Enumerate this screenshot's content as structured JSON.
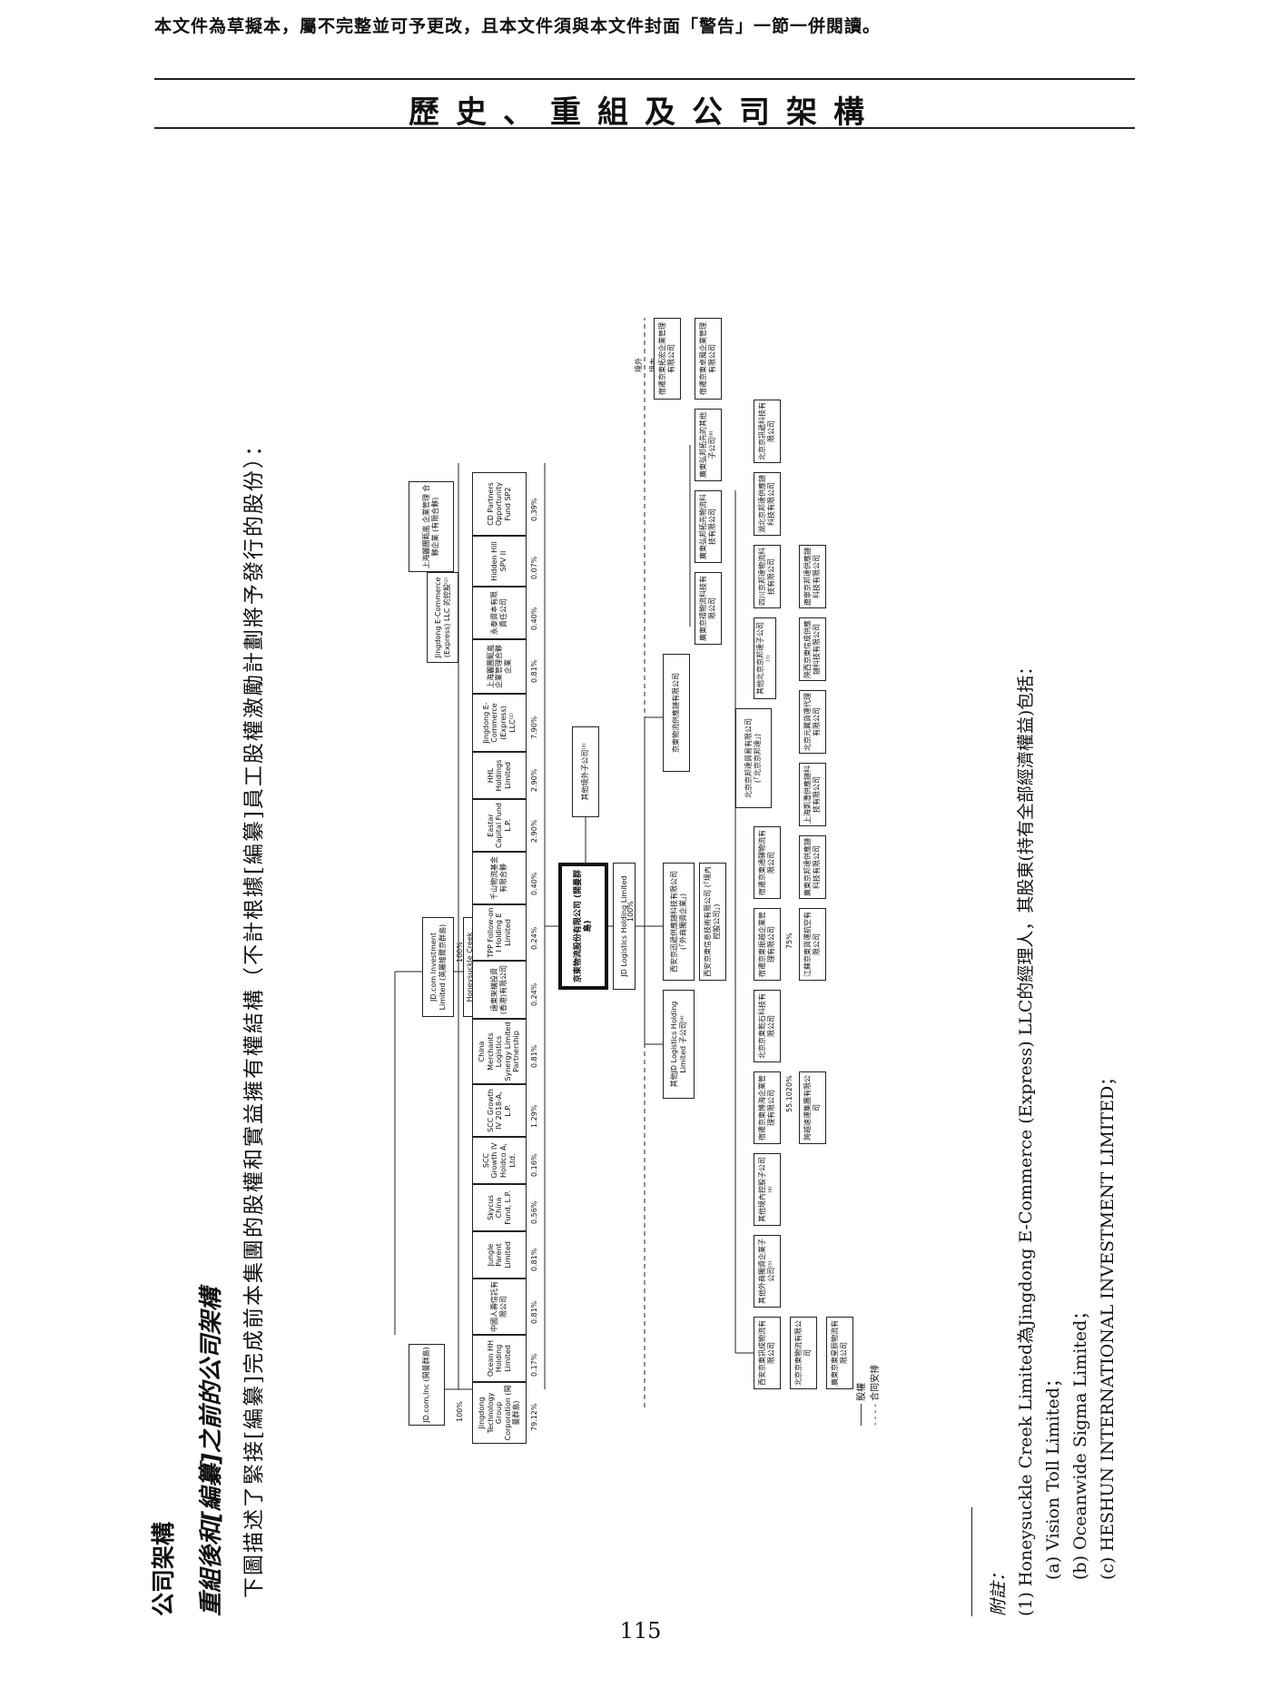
{
  "header": {
    "disclaimer": "本文件為草擬本，屬不完整並可予更改，且本文件須與本文件封面「警告」一節一併閱讀。",
    "section_title": "歷史、重組及公司架構"
  },
  "content": {
    "heading": "公司架構",
    "subheading": "重組後和[編纂]之前的公司架構",
    "lead": "下圖描述了緊接[編纂]完成前本集團的股權和實益擁有權結構（不計根據[編纂]員工股權激勵計劃將予發行的股份）："
  },
  "chart": {
    "top": "JD.com,Inc (開曼群島)",
    "jd_investment": "JD.com Investment Limited (英屬維爾京群島)",
    "honeysuckle": "Honeysuckle Creek Limited (英屬維爾京群島)⁽¹⁾",
    "jingdong_ecommerce_llc": "Jingdong E-Commerce (Express) LLC 的控股⁽²⁾",
    "shanghai_partnership": "上海麗團甄嵐 企業管理 合夥企業 (有限合夥)",
    "shareholders": [
      {
        "name": "Jingdong Technology Group Corporation (開曼群島)",
        "pct": "79.12%"
      },
      {
        "name": "Ocean HH Holding Limited",
        "pct": "0.17%"
      },
      {
        "name": "中國人壽信託有限公司",
        "pct": "0.81%"
      },
      {
        "name": "Jungle Parent Limited",
        "pct": "0.81%"
      },
      {
        "name": "Skycus China Fund, L.P.",
        "pct": "0.56%"
      },
      {
        "name": "SCC Growth IV Holdco A, Ltd.",
        "pct": "0.16%"
      },
      {
        "name": "SCC Growth IV 2018-A, L.P.",
        "pct": "1.29%"
      },
      {
        "name": "China Merchants Logistics Synergy Limited Partnership",
        "pct": "0.81%"
      },
      {
        "name": "遠東架構投資(香港)有限公司",
        "pct": "0.24%"
      },
      {
        "name": "TPP Follow-on I Holding E Limited",
        "pct": "0.24%"
      },
      {
        "name": "千山物流基金有限合夥",
        "pct": "0.40%"
      },
      {
        "name": "Eastar Capital Fund L.P.",
        "pct": "2.90%"
      },
      {
        "name": "HHL Holdings Limited",
        "pct": "2.90%"
      },
      {
        "name": "Jingdong E-Commerce (Express) LLC⁽²⁾",
        "pct": "7.90%"
      },
      {
        "name": "上海麗團甄嵐企業管理合夥企業",
        "pct": "0.81%"
      },
      {
        "name": "永泰資本有限責任公司",
        "pct": "0.40%"
      },
      {
        "name": "Hidden Hill SPV II",
        "pct": "0.07%"
      },
      {
        "name": "CD Partners Opportunity Fund SP2",
        "pct": "0.39%"
      }
    ],
    "company": "京東物流股份有限公司 (開曼群島)",
    "offshore_other": "其他境外子公司⁽³⁾",
    "jd_logistics_holding": "JD Logistics Holding Limited",
    "other_jd_holding": "其他JD Logistics Holding Limited 子公司⁽⁴⁾",
    "xian_wfoe": "西安京迅遞供應鏈科技有限公司 (「外商獨資企業」)",
    "xian_opco": "西安京東信息技術有限公司 (「境內控股公司」)",
    "jd_supply_chain": "京東物流供應鏈有限公司",
    "offshore_label": "境外",
    "onshore_label": "境內",
    "subsidiaries": [
      "西安京東訊成物流有限公司",
      "北京京東物流有限公司",
      "廣東京東星辰物流有限公司",
      "其他外商獨資企業子公司⁽⁵⁾",
      "其他境內控股子公司⁽⁶⁾",
      "宿遷京東博海企業管理有限公司",
      "跨越速運集團有限公司",
      "北京京東乾石科技有限公司",
      "宿遷京東振越企業管理有限公司",
      "江蘇京東貨運航空有限公司",
      "宿遷京東通驛物流有限公司",
      "北京京邦達貿易有限公司 (「北京京邦達」)",
      "廣東京邦達供應鏈科技有限公司",
      "上海凱灃供應鏈科技有限公司",
      "北京元翼貨運代理有限公司",
      "陝西京東信成供應鏈科技有限公司",
      "遼寧京邦達供應鏈科技有限公司",
      "其他北京京邦達子公司⁽⁷⁾",
      "四川京邦達物流科技有限公司",
      "湖北京邦達供應鏈科技有限公司",
      "北京京訊遞科技有限公司",
      "廣東京禧物流科技有限公司",
      "廣東弘邦拓先物流科技有限公司",
      "廣東弘邦拓先的其他子公司⁽⁸⁾",
      "宿遷京東拓宏企業管理有限公司",
      "宿遷京東卓風企業管理有限公司"
    ],
    "pct_100": "100%",
    "pct_75": "75%",
    "pct_55": "55.1020%",
    "legend_equity": "股權",
    "legend_contract": "合同安排"
  },
  "notes": {
    "label": "附註：",
    "items": [
      "(1)   Honeysuckle Creek Limited為Jingdong E-Commerce (Express) LLC的經理人，其股東(持有全部經濟權益)包括：",
      "(a)   Vision Toll Limited；",
      "(b)   Oceanwide Sigma Limited；",
      "(c)   HESHUN INTERNATIONAL INVESTMENT LIMITED；"
    ]
  },
  "footer": {
    "page_number": "115"
  }
}
